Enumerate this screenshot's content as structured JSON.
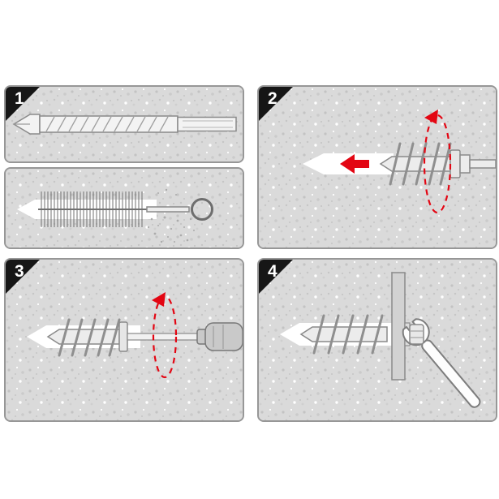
{
  "sheet": {
    "steps": [
      {
        "number": "1",
        "label": "drill-and-clean-hole"
      },
      {
        "number": "2",
        "label": "insert-anchor"
      },
      {
        "number": "3",
        "label": "screw-in-anchor"
      },
      {
        "number": "4",
        "label": "fasten-fixture-with-wrench"
      }
    ],
    "colors": {
      "accent_red": "#e30613",
      "panel_border": "#979797",
      "concrete_fill": "#dadada",
      "outline_gray": "#8a8a8a",
      "badge_black": "#161616",
      "white": "#ffffff"
    },
    "icons": {
      "step1_top": "drill-bit-icon",
      "step1_bottom": "cleaning-brush-icon",
      "step2": [
        "drilled-hole",
        "anchor-icon",
        "insert-arrow-icon",
        "rotation-arrow-icon"
      ],
      "step3": [
        "drilled-hole",
        "anchor-icon",
        "screwdriver-icon",
        "rotation-arrow-icon"
      ],
      "step4": [
        "drilled-hole",
        "anchor-icon",
        "fixture-plate-icon",
        "hex-bolt-icon",
        "wrench-icon"
      ]
    }
  }
}
